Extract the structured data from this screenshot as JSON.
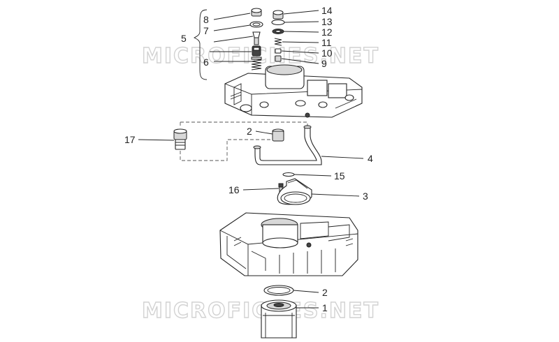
{
  "watermarks": [
    "MICROFICHES.NET",
    "MICROFICHES.NET"
  ],
  "callouts": {
    "c14": "14",
    "c13": "13",
    "c12": "12",
    "c11": "11",
    "c10": "10",
    "c9": "9",
    "c8": "8",
    "c7": "7",
    "c5": "5",
    "c6": "6",
    "c17": "17",
    "c2_top": "2",
    "c4": "4",
    "c15": "15",
    "c16": "16",
    "c3": "3",
    "c2_bottom": "2",
    "c1": "1"
  }
}
